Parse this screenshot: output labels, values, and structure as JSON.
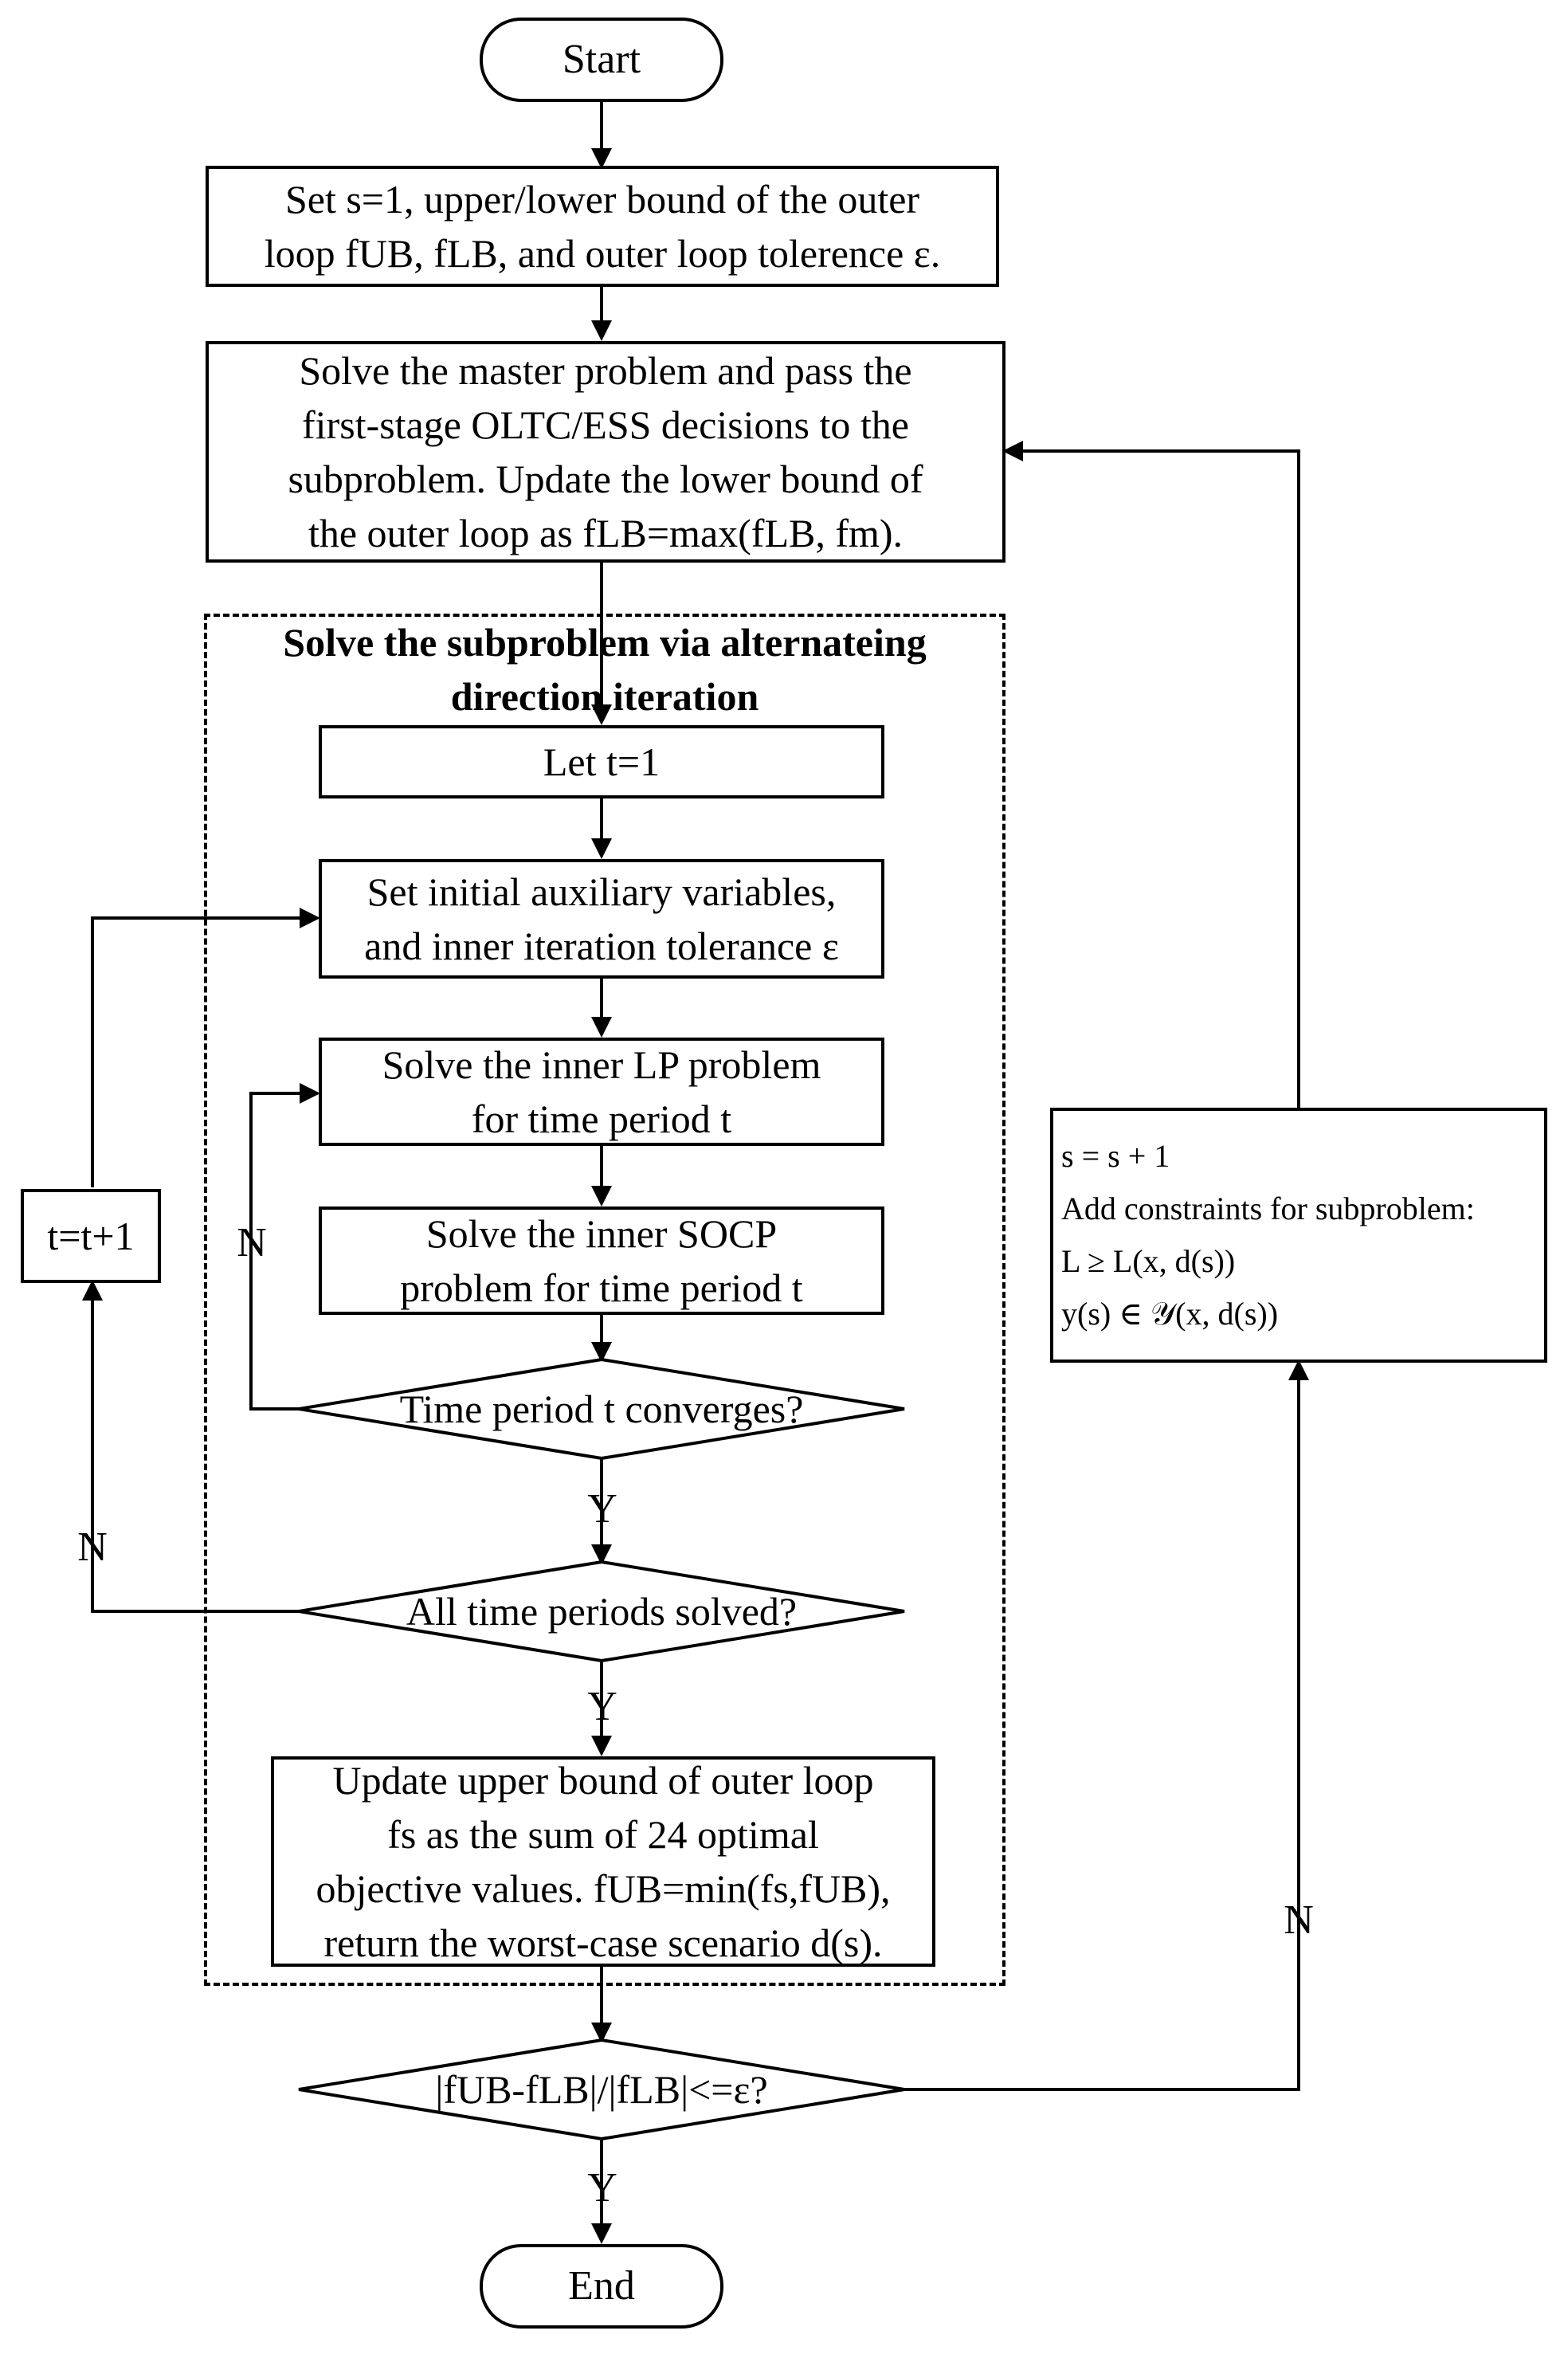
{
  "nodes": {
    "start": {
      "label": "Start"
    },
    "init": {
      "lines": [
        "Set s=1, upper/lower bound of the outer",
        "loop fUB, fLB, and outer loop tolerence ε."
      ]
    },
    "master": {
      "lines": [
        "Solve the master problem and pass the",
        "first-stage OLTC/ESS decisions to the",
        "subproblem. Update the lower bound of",
        "the outer loop as fLB=max(fLB, fm)."
      ]
    },
    "subproblem_region": {
      "title_lines": [
        "Solve the subproblem via alternateing",
        "direction iteration"
      ]
    },
    "let_t": {
      "label": "Let t=1"
    },
    "set_aux": {
      "lines": [
        "Set initial auxiliary variables,",
        "and inner iteration tolerance ε"
      ]
    },
    "inner_lp": {
      "lines": [
        "Solve the inner LP problem",
        "for time period t"
      ]
    },
    "inner_socp": {
      "lines": [
        "Solve the inner SOCP",
        "problem for time period t"
      ]
    },
    "converges": {
      "label": "Time period t converges?"
    },
    "all_solved": {
      "label": "All time periods solved?"
    },
    "update_ub": {
      "lines": [
        "Update upper bound of outer loop",
        "fs as the sum of 24 optimal",
        "objective values. fUB=min(fs,fUB),",
        "return the worst-case scenario d(s)."
      ]
    },
    "t_increment": {
      "label": "t=t+1"
    },
    "cuts": {
      "lines": [
        "s = s + 1",
        "Add constraints for subproblem:",
        "L ≥ L(x, d(s))",
        "y(s) ∈ 𝒴(x, d(s))"
      ]
    },
    "gap_check": {
      "label": "|fUB-fLB|/|fLB|<=ε?"
    },
    "end": {
      "label": "End"
    }
  },
  "edge_labels": {
    "converges_no": "N",
    "converges_yes": "Y",
    "all_solved_no": "N",
    "all_solved_yes": "Y",
    "gap_no": "N",
    "gap_yes": "Y"
  }
}
